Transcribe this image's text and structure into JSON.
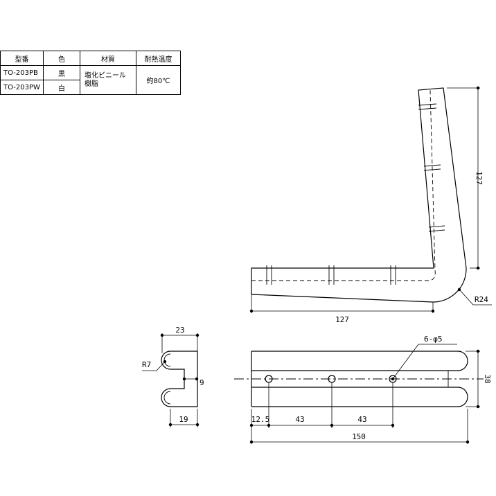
{
  "table": {
    "headers": [
      "型番",
      "色",
      "材質",
      "耐熱温度"
    ],
    "rows": [
      {
        "model": "TO-203PB",
        "color": "黒"
      },
      {
        "model": "TO-203PW",
        "color": "白"
      }
    ],
    "material_line1": "塩化ビニール",
    "material_line2": "樹脂",
    "heat": "約80℃"
  },
  "dims": {
    "side_height": "127",
    "side_width": "127",
    "radius_bend": "R24",
    "end_width": "23",
    "end_radius": "R7",
    "end_gap": "9",
    "end_depth": "19",
    "holes": "6-φ5",
    "top_height": "38",
    "edge_offset": "12.5",
    "pitch_1": "43",
    "pitch_2": "43",
    "total_length": "150"
  }
}
